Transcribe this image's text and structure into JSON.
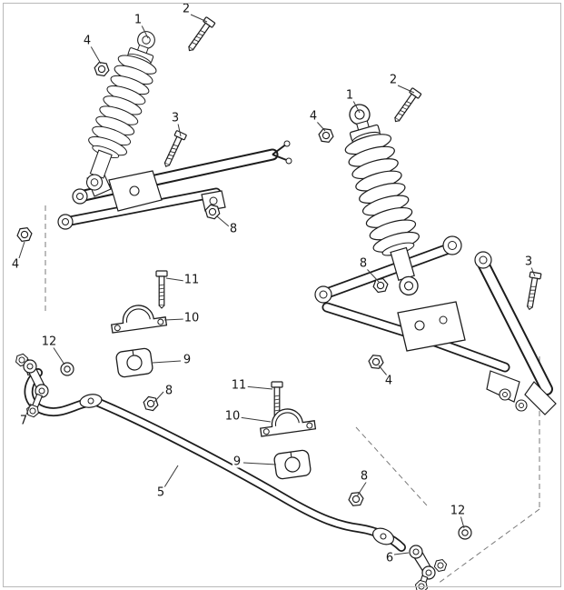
{
  "diagram": {
    "type": "exploded-parts-diagram",
    "subject": "suspension shock absorbers and stabilizer bar assembly"
  },
  "colors": {
    "line": "#1c1c1c",
    "background": "#ffffff",
    "border": "#b9b9b9"
  },
  "callouts": [
    {
      "label": "1"
    },
    {
      "label": "2"
    },
    {
      "label": "4"
    },
    {
      "label": "3"
    },
    {
      "label": "4"
    },
    {
      "label": "8"
    },
    {
      "label": "1"
    },
    {
      "label": "2"
    },
    {
      "label": "4"
    },
    {
      "label": "3"
    },
    {
      "label": "8"
    },
    {
      "label": "4"
    },
    {
      "label": "11"
    },
    {
      "label": "10"
    },
    {
      "label": "9"
    },
    {
      "label": "12"
    },
    {
      "label": "7"
    },
    {
      "label": "8"
    },
    {
      "label": "11"
    },
    {
      "label": "10"
    },
    {
      "label": "9"
    },
    {
      "label": "5"
    },
    {
      "label": "8"
    },
    {
      "label": "6"
    },
    {
      "label": "12"
    }
  ]
}
